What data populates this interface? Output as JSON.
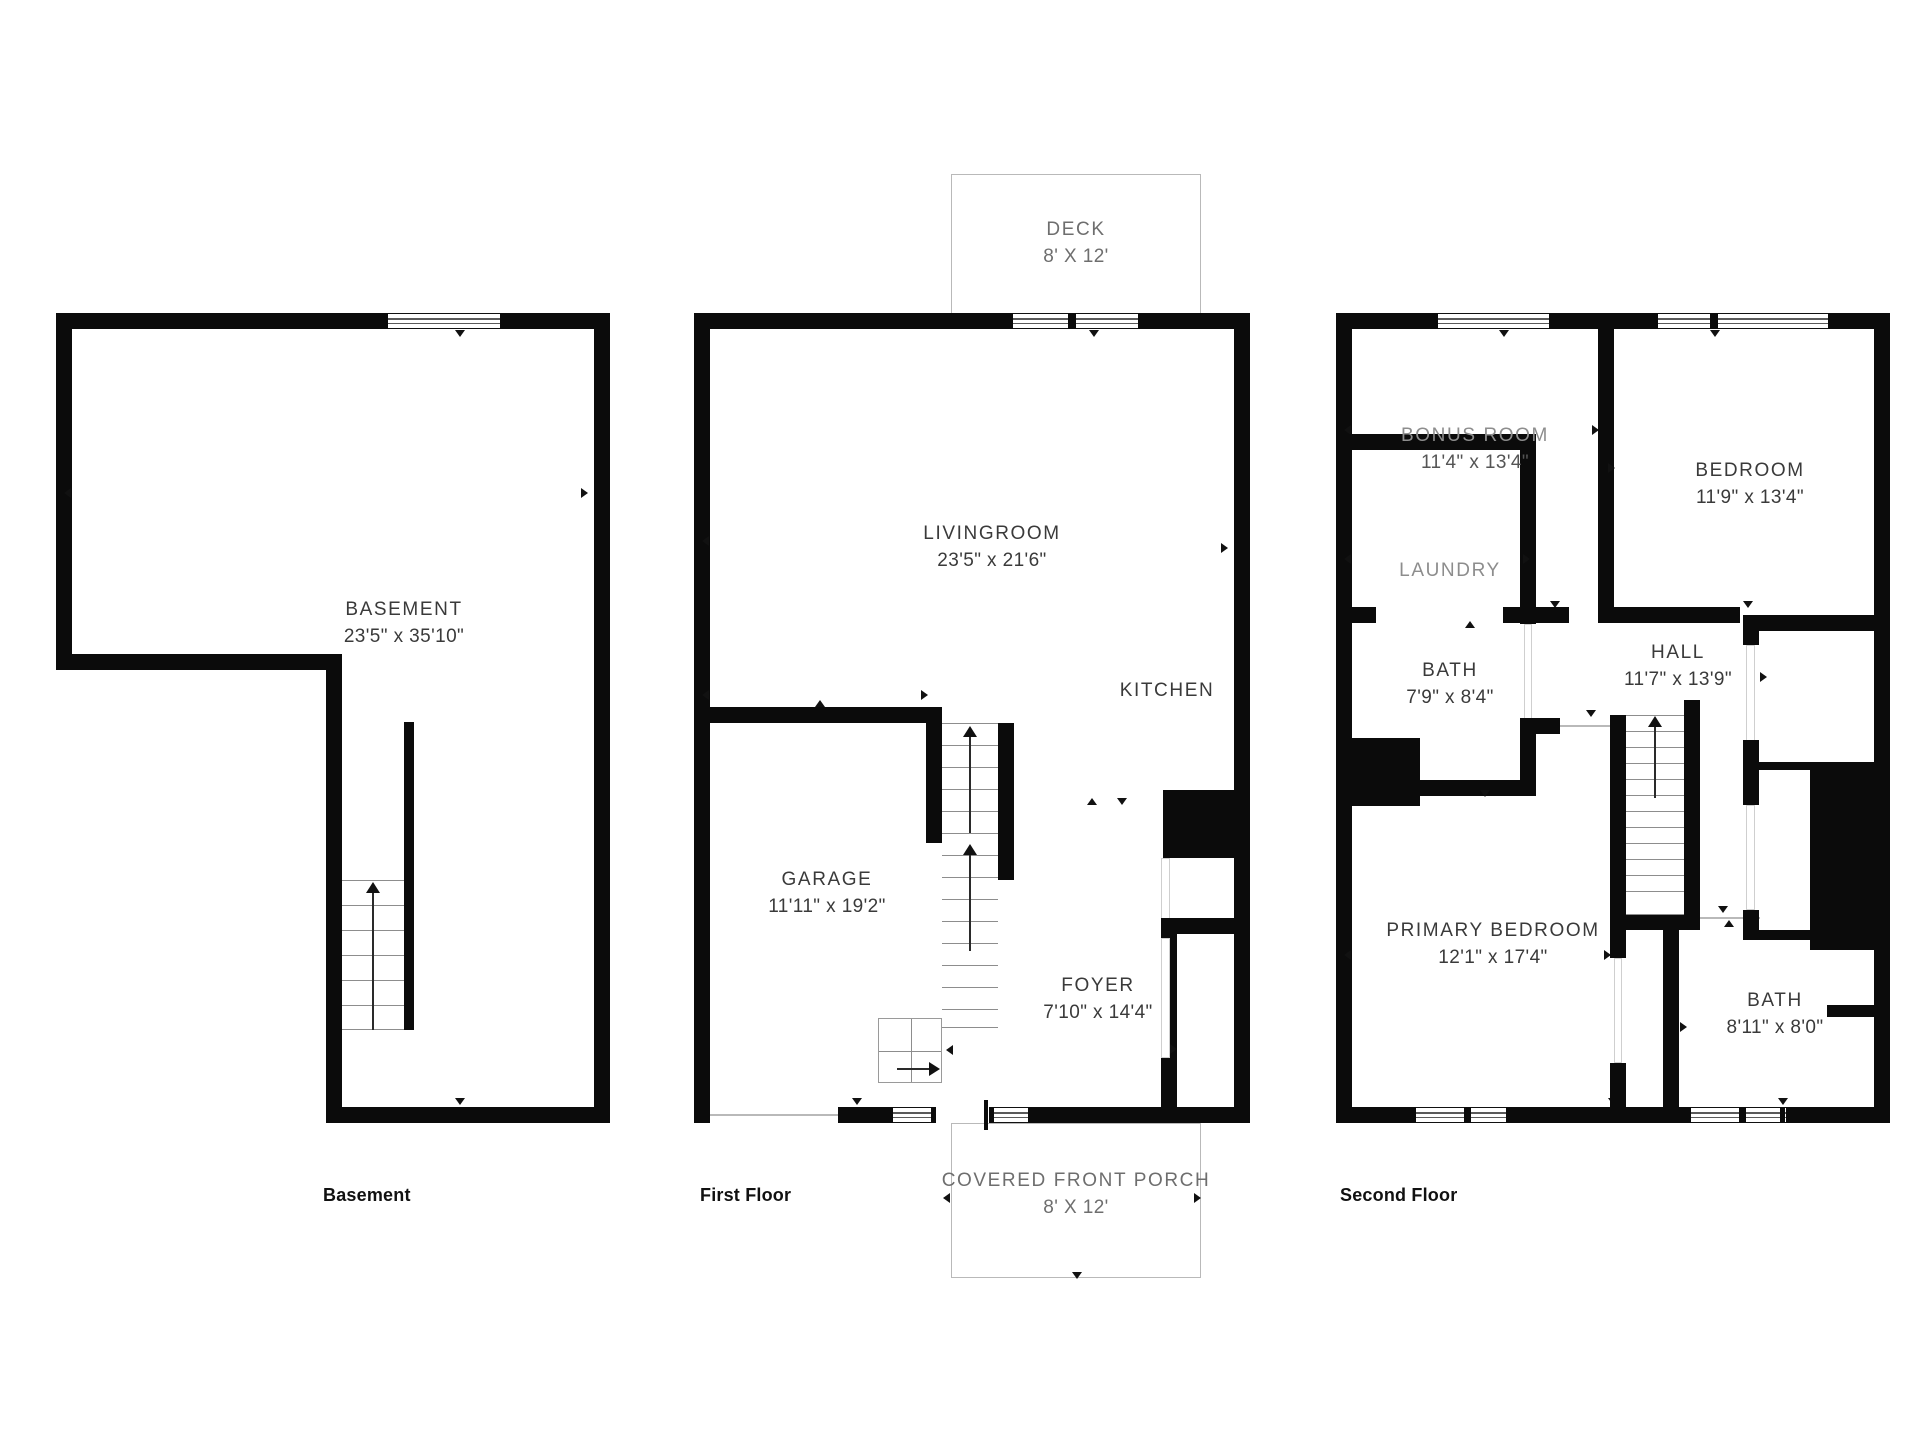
{
  "document": {
    "type": "real-estate-floor-plan",
    "sheets": [
      "Basement",
      "First Floor",
      "Second Floor"
    ]
  },
  "floors": [
    {
      "id": "basement",
      "caption": "Basement",
      "rooms": [
        {
          "id": "basement-room",
          "name": "BASEMENT",
          "dimensions": "23'5\" x 35'10\""
        }
      ],
      "features": [
        "stairs-up",
        "window-top"
      ]
    },
    {
      "id": "first-floor",
      "caption": "First Floor",
      "rooms": [
        {
          "id": "livingroom",
          "name": "LIVINGROOM",
          "dimensions": "23'5\" x 21'6\""
        },
        {
          "id": "kitchen",
          "name": "KITCHEN",
          "dimensions": ""
        },
        {
          "id": "garage",
          "name": "GARAGE",
          "dimensions": "11'11\" x 19'2\""
        },
        {
          "id": "foyer",
          "name": "FOYER",
          "dimensions": "7'10\" x 14'4\""
        }
      ],
      "exterior": [
        {
          "id": "deck",
          "name": "DECK",
          "dimensions": "8' X 12'"
        },
        {
          "id": "covered-front-porch",
          "name": "COVERED FRONT PORCH",
          "dimensions": "8' X 12'"
        }
      ],
      "features": [
        "stairs-up",
        "entry-door",
        "garage-door"
      ]
    },
    {
      "id": "second-floor",
      "caption": "Second Floor",
      "rooms": [
        {
          "id": "bonus-room",
          "name": "BONUS ROOM",
          "dimensions": "11'4\" x 13'4\""
        },
        {
          "id": "bedroom",
          "name": "BEDROOM",
          "dimensions": "11'9\" x 13'4\""
        },
        {
          "id": "laundry",
          "name": "LAUNDRY",
          "dimensions": ""
        },
        {
          "id": "bath-hall",
          "name": "BATH",
          "dimensions": "7'9\" x 8'4\""
        },
        {
          "id": "hall",
          "name": "HALL",
          "dimensions": "11'7\" x 13'9\""
        },
        {
          "id": "primary-bedroom",
          "name": "PRIMARY BEDROOM",
          "dimensions": "12'1\" x 17'4\""
        },
        {
          "id": "bath-primary",
          "name": "BATH",
          "dimensions": "8'11\" x 8'0\""
        }
      ],
      "features": [
        "stairs-up",
        "closets",
        "windows"
      ]
    }
  ],
  "style": {
    "wall_color": "#0b0b0b",
    "background": "#ffffff",
    "label_color": "#3a3a3a",
    "muted_label_color": "#8d8d8d",
    "outline_color": "#b9b9b9"
  }
}
